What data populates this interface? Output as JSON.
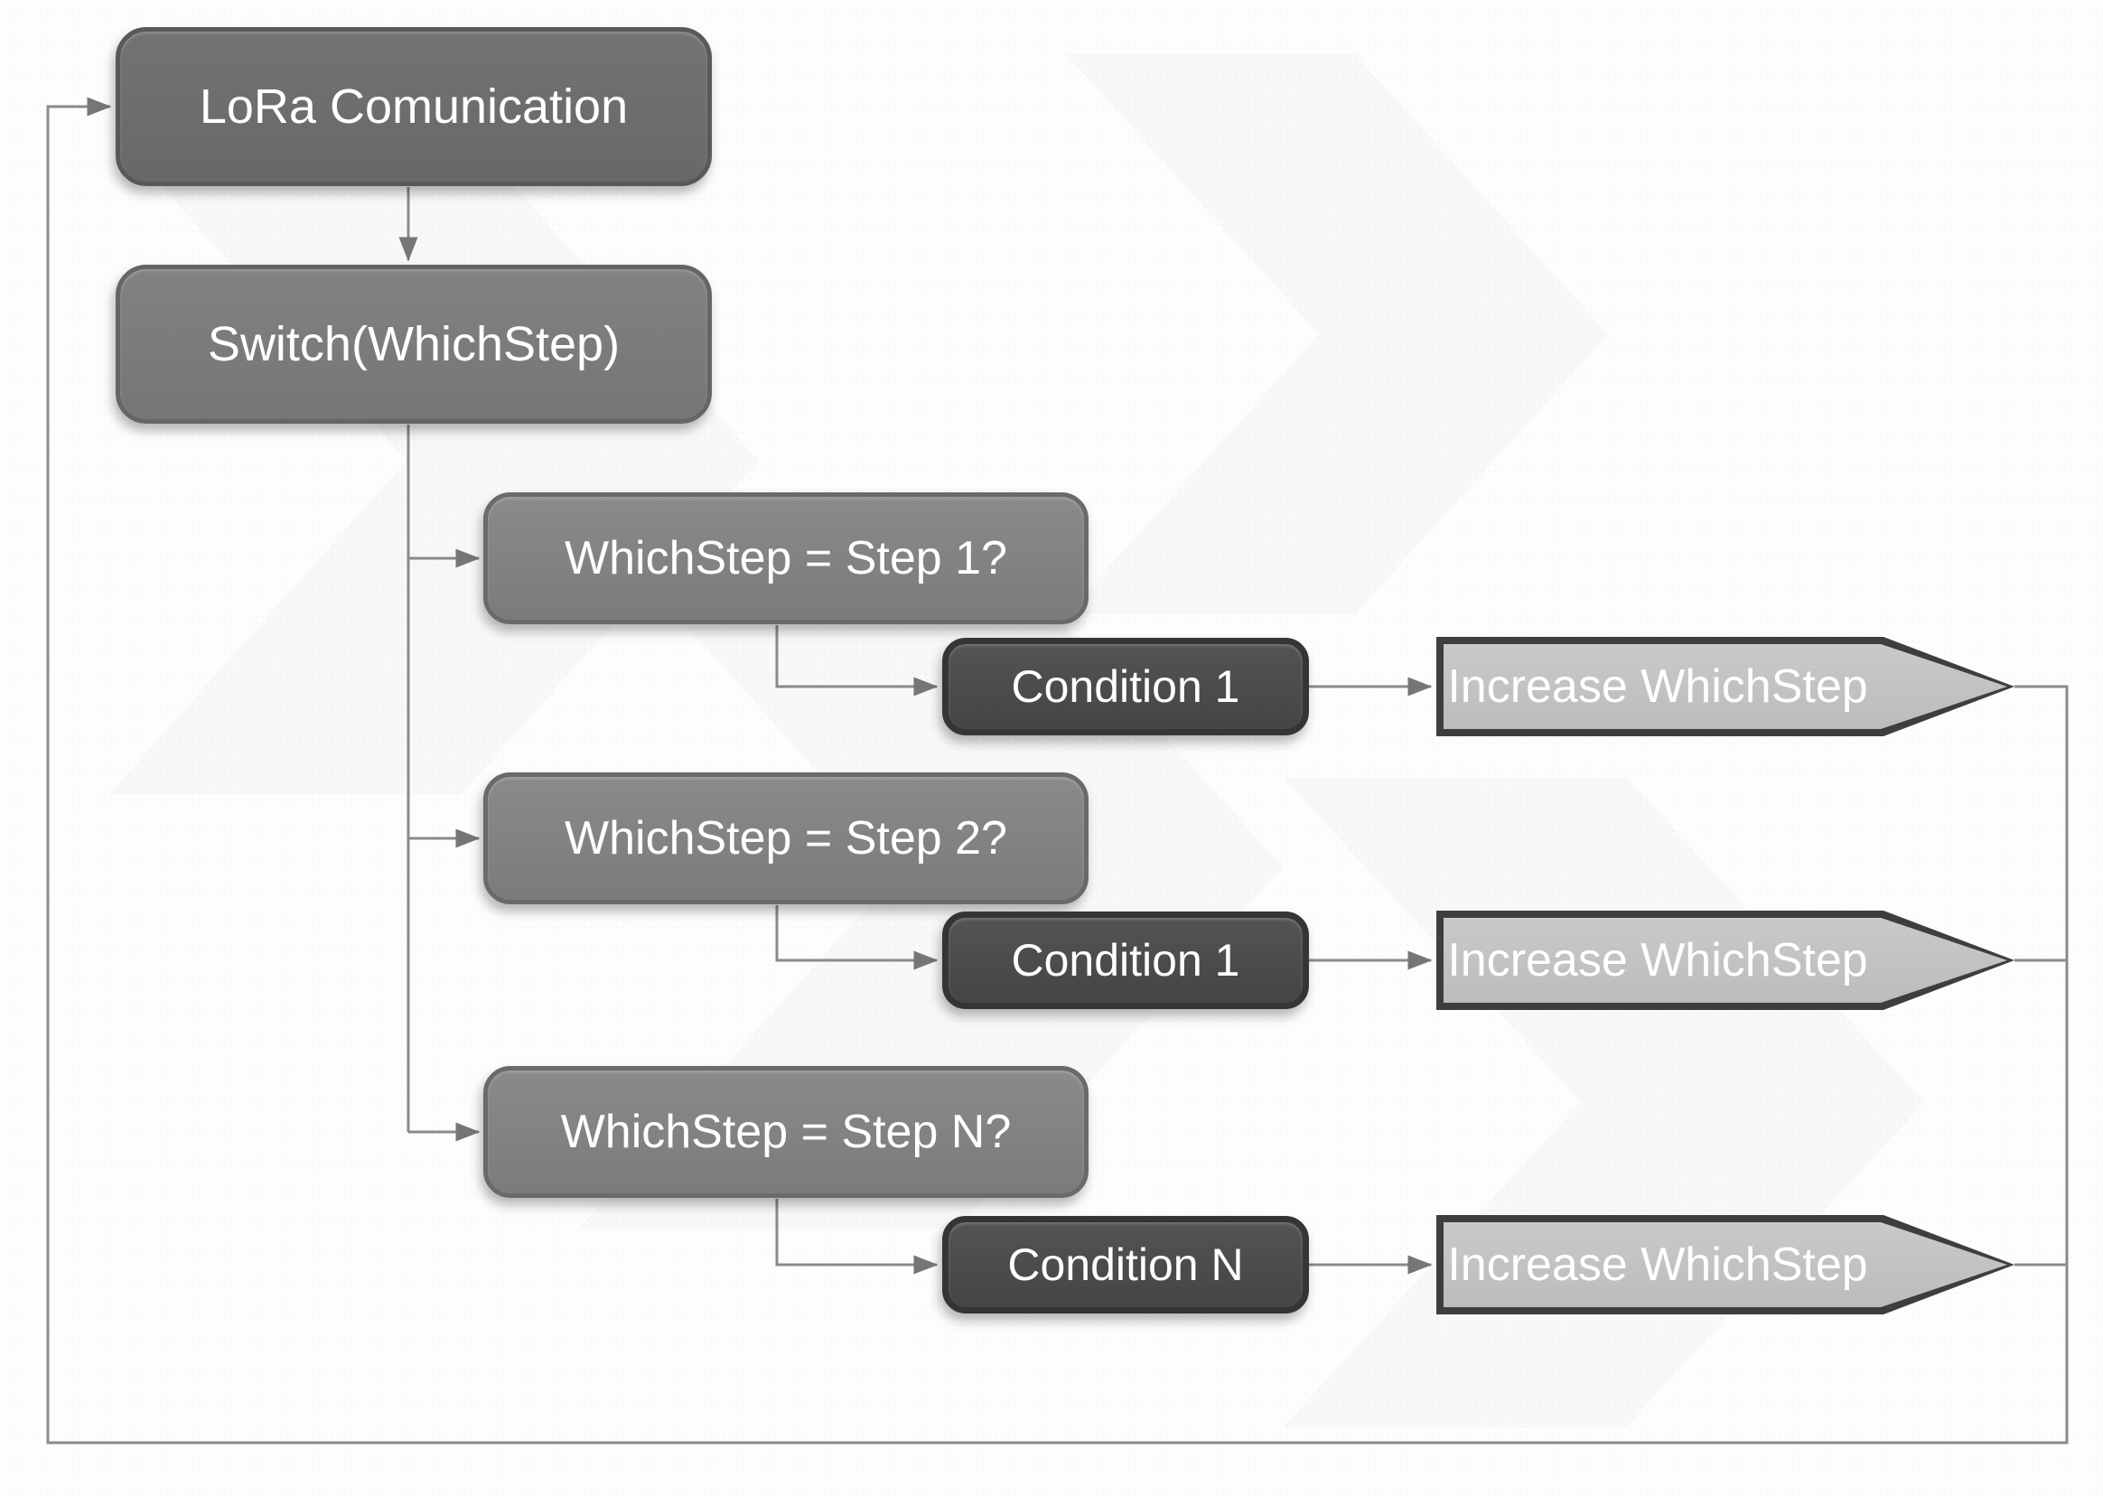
{
  "diagram": {
    "type": "flowchart",
    "colors": {
      "background": "#fdfdfd",
      "lora_fill": "#6d6d6d",
      "switch_fill": "#7b7b7b",
      "step_fill": "#818181",
      "condition_fill": "#4b4b4b",
      "action_fill": "#c3c3c3",
      "connector": "#8a8a8a",
      "text": "#ffffff"
    },
    "nodes": {
      "lora": {
        "label": "LoRa Comunication"
      },
      "switch": {
        "label": "Switch(WhichStep)"
      },
      "rows": [
        {
          "step": "WhichStep = Step 1?",
          "condition": "Condition 1",
          "action": "Increase WhichStep"
        },
        {
          "step": "WhichStep = Step 2?",
          "condition": "Condition 1",
          "action": "Increase WhichStep"
        },
        {
          "step": "WhichStep = Step N?",
          "condition": "Condition N",
          "action": "Increase WhichStep"
        }
      ]
    }
  }
}
